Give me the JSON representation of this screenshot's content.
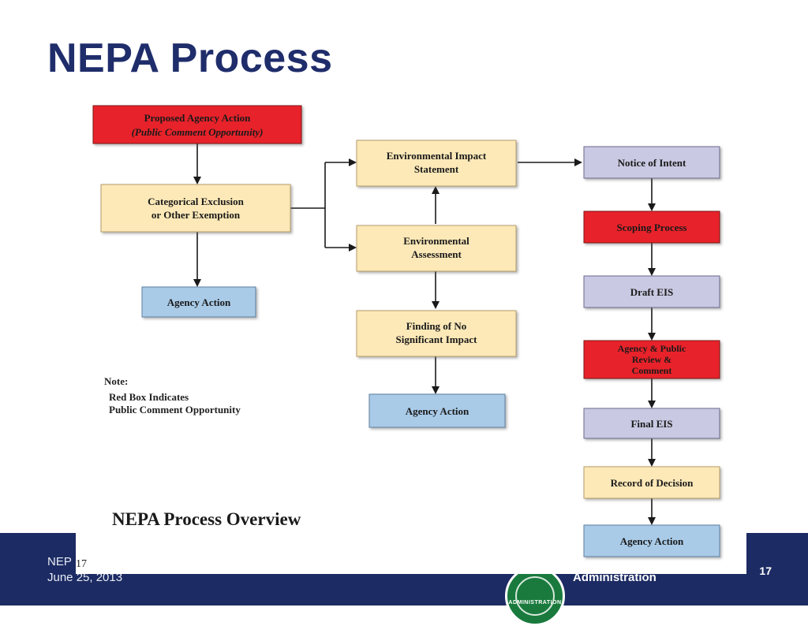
{
  "slide": {
    "title": "NEPA Process",
    "page_number": "17",
    "footer": {
      "line1": "NEP",
      "line2": "June 25, 2013",
      "admin": "Administration",
      "seal_text": "ADMINISTRATION"
    }
  },
  "diagram": {
    "corner_number": "17",
    "overview_title": "NEPA Process Overview",
    "colors": {
      "red": "#e8242a",
      "cream": "#fde9b8",
      "blue": "#a9cbe8",
      "lavender": "#c9c9e3",
      "arrow": "#1a1a1a"
    },
    "note": {
      "heading": "Note:",
      "line1": "Red Box Indicates",
      "line2": "Public Comment Opportunity"
    },
    "nodes": {
      "proposed_action": {
        "line1": "Proposed Agency Action",
        "line2": "(Public Comment Opportunity)"
      },
      "categorical_exclusion": {
        "line1": "Categorical Exclusion",
        "line2": "or Other Exemption"
      },
      "agency_action_left": {
        "line1": "Agency Action"
      },
      "eis": {
        "line1": "Environmental Impact",
        "line2": "Statement"
      },
      "ea": {
        "line1": "Environmental",
        "line2": "Assessment"
      },
      "fonsi": {
        "line1": "Finding of No",
        "line2": "Significant Impact"
      },
      "agency_action_mid": {
        "line1": "Agency Action"
      },
      "notice_of_intent": {
        "line1": "Notice of Intent"
      },
      "scoping": {
        "line1": "Scoping Process"
      },
      "draft_eis": {
        "line1": "Draft EIS"
      },
      "review_comment": {
        "line1": "Agency & Public",
        "line2": "Review &",
        "line3": "Comment"
      },
      "final_eis": {
        "line1": "Final EIS"
      },
      "record_of_decision": {
        "line1": "Record of Decision"
      },
      "agency_action_right": {
        "line1": "Agency Action"
      }
    }
  }
}
